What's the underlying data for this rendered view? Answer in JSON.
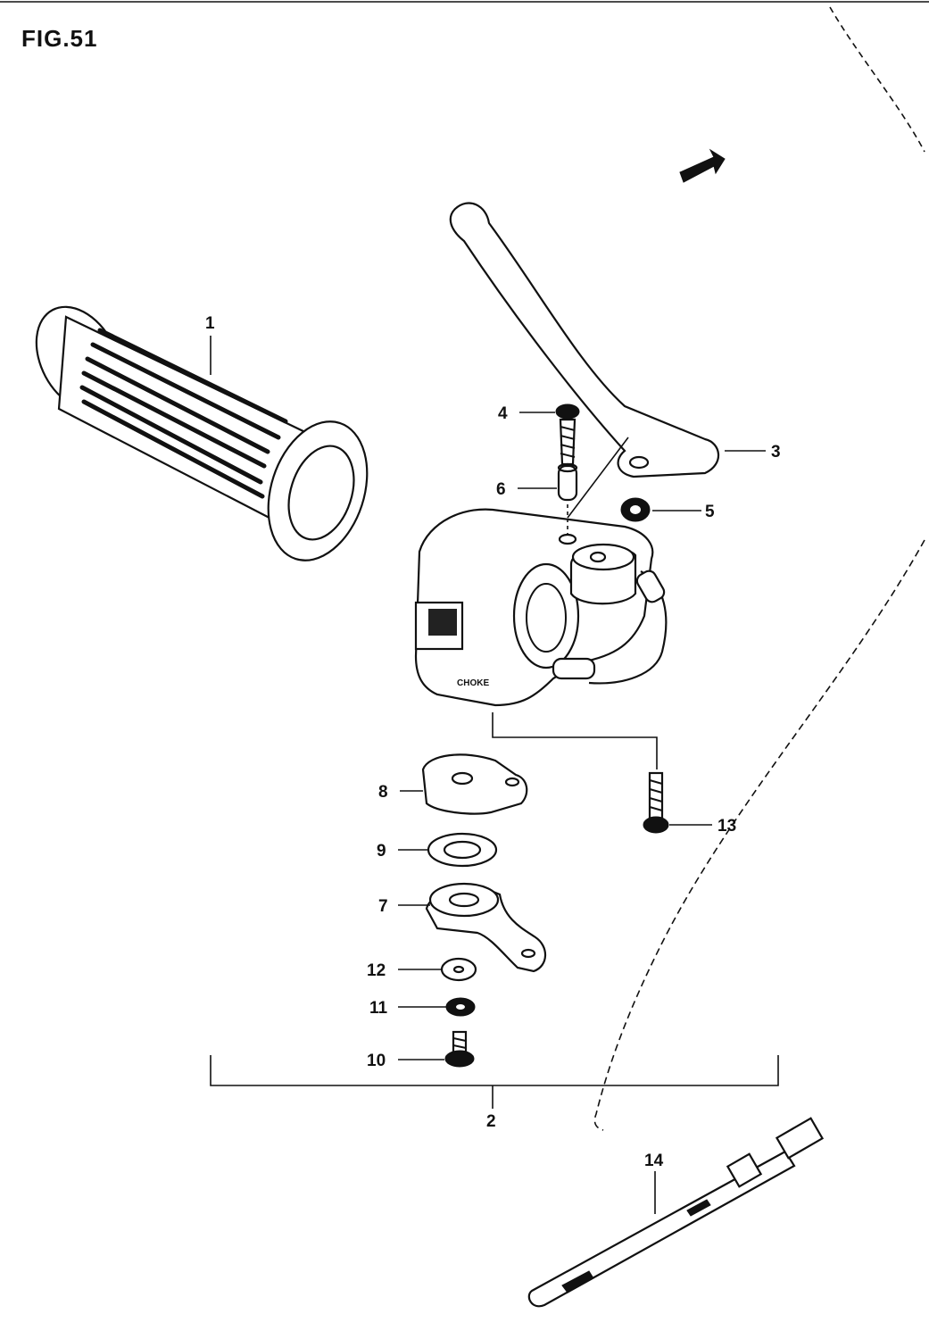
{
  "figure": {
    "title": "FIG.51"
  },
  "callouts": [
    {
      "id": "1",
      "text": "1"
    },
    {
      "id": "2",
      "text": "2"
    },
    {
      "id": "3",
      "text": "3"
    },
    {
      "id": "4",
      "text": "4"
    },
    {
      "id": "5",
      "text": "5"
    },
    {
      "id": "6",
      "text": "6"
    },
    {
      "id": "7",
      "text": "7"
    },
    {
      "id": "8",
      "text": "8"
    },
    {
      "id": "9",
      "text": "9"
    },
    {
      "id": "10",
      "text": "10"
    },
    {
      "id": "11",
      "text": "11"
    },
    {
      "id": "12",
      "text": "12"
    },
    {
      "id": "13",
      "text": "13"
    },
    {
      "id": "14",
      "text": "14"
    }
  ],
  "colors": {
    "ink": "#111111",
    "paper": "#ffffff"
  },
  "icons": {
    "direction_arrow": "forward-direction-arrow-icon"
  }
}
